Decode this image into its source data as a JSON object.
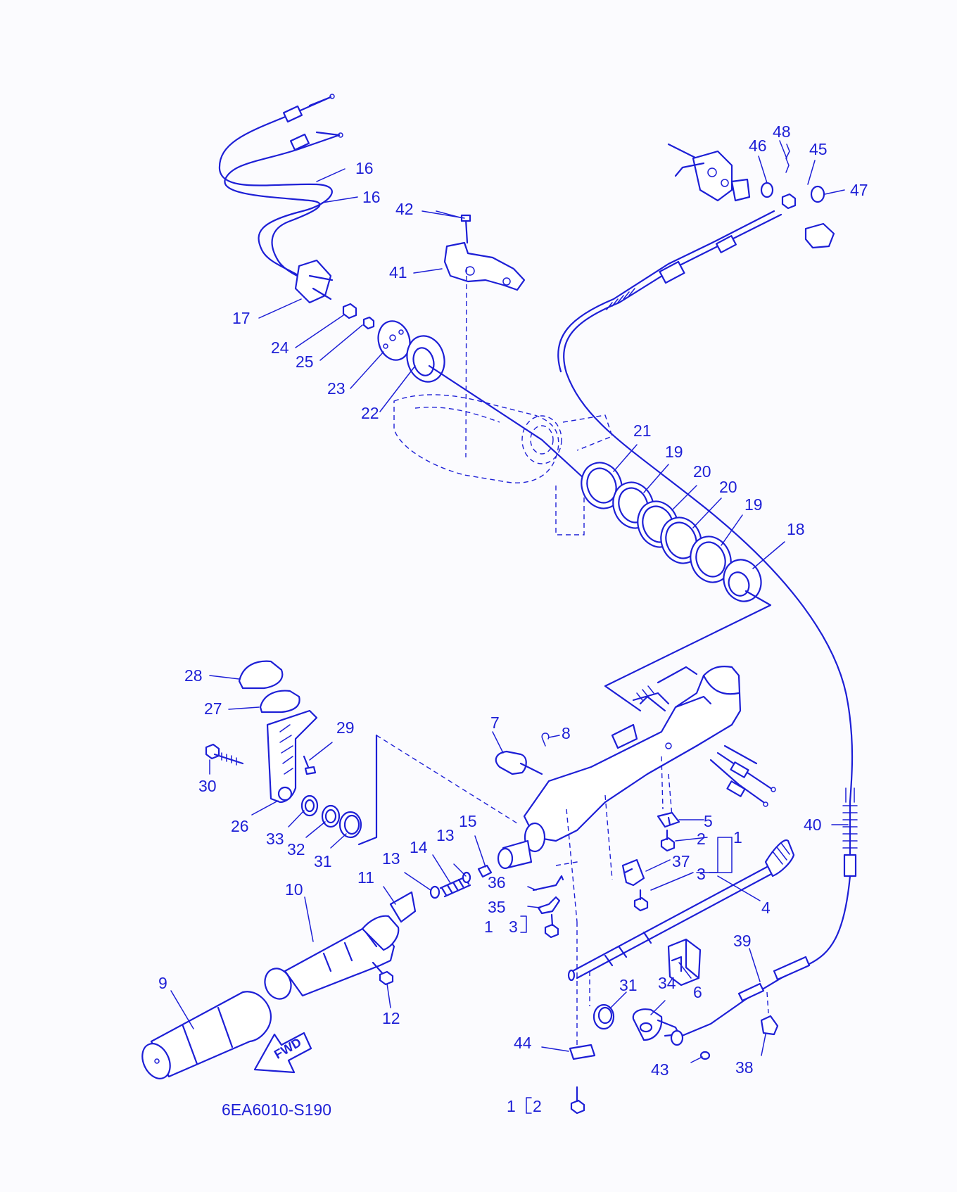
{
  "diagram": {
    "drawing_code": "6EA6010-S190",
    "direction_mark": "FWD",
    "callouts": [
      {
        "id": "c48",
        "text": "48"
      },
      {
        "id": "c46",
        "text": "46"
      },
      {
        "id": "c45",
        "text": "45"
      },
      {
        "id": "c47",
        "text": "47"
      },
      {
        "id": "c16a",
        "text": "16"
      },
      {
        "id": "c16b",
        "text": "16"
      },
      {
        "id": "c42",
        "text": "42"
      },
      {
        "id": "c41",
        "text": "41"
      },
      {
        "id": "c17",
        "text": "17"
      },
      {
        "id": "c24",
        "text": "24"
      },
      {
        "id": "c25",
        "text": "25"
      },
      {
        "id": "c23",
        "text": "23"
      },
      {
        "id": "c22",
        "text": "22"
      },
      {
        "id": "c21",
        "text": "21"
      },
      {
        "id": "c19a",
        "text": "19"
      },
      {
        "id": "c20a",
        "text": "20"
      },
      {
        "id": "c20b",
        "text": "20"
      },
      {
        "id": "c19b",
        "text": "19"
      },
      {
        "id": "c18",
        "text": "18"
      },
      {
        "id": "c28",
        "text": "28"
      },
      {
        "id": "c27",
        "text": "27"
      },
      {
        "id": "c29",
        "text": "29"
      },
      {
        "id": "c7",
        "text": "7"
      },
      {
        "id": "c8",
        "text": "8"
      },
      {
        "id": "c30",
        "text": "30"
      },
      {
        "id": "c26",
        "text": "26"
      },
      {
        "id": "c33",
        "text": "33"
      },
      {
        "id": "c32",
        "text": "32"
      },
      {
        "id": "c31a",
        "text": "31"
      },
      {
        "id": "c15",
        "text": "15"
      },
      {
        "id": "c14",
        "text": "14"
      },
      {
        "id": "c13a",
        "text": "13"
      },
      {
        "id": "c13b",
        "text": "13"
      },
      {
        "id": "c5",
        "text": "5"
      },
      {
        "id": "c2a",
        "text": "2"
      },
      {
        "id": "c1a",
        "text": "1"
      },
      {
        "id": "c40",
        "text": "40"
      },
      {
        "id": "c37",
        "text": "37"
      },
      {
        "id": "c3a",
        "text": "3"
      },
      {
        "id": "c36",
        "text": "36"
      },
      {
        "id": "c11",
        "text": "11"
      },
      {
        "id": "c10",
        "text": "10"
      },
      {
        "id": "c35",
        "text": "35"
      },
      {
        "id": "c1b",
        "text": "1"
      },
      {
        "id": "c3b",
        "text": "3"
      },
      {
        "id": "c4",
        "text": "4"
      },
      {
        "id": "c39",
        "text": "39"
      },
      {
        "id": "c9",
        "text": "9"
      },
      {
        "id": "c6",
        "text": "6"
      },
      {
        "id": "c31b",
        "text": "31"
      },
      {
        "id": "c34",
        "text": "34"
      },
      {
        "id": "c12",
        "text": "12"
      },
      {
        "id": "c44",
        "text": "44"
      },
      {
        "id": "c38",
        "text": "38"
      },
      {
        "id": "c43",
        "text": "43"
      },
      {
        "id": "c1c",
        "text": "1"
      },
      {
        "id": "c2b",
        "text": "2"
      }
    ]
  },
  "colors": {
    "line": "#1d1fd6",
    "background": "#fbfbfe"
  }
}
